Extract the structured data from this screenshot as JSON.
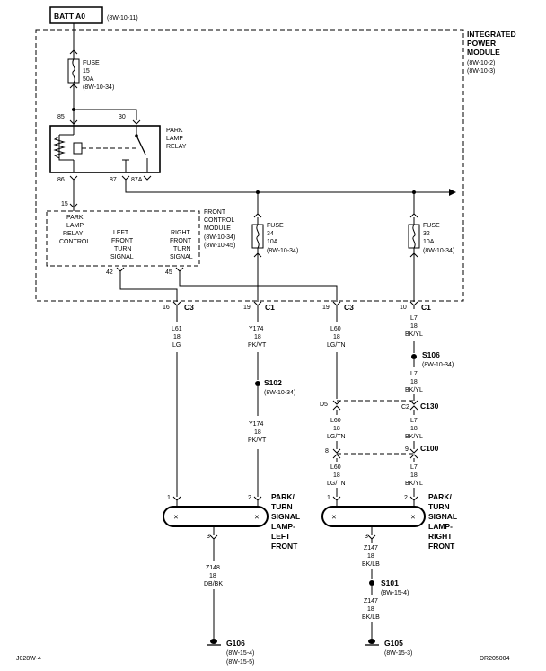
{
  "batt": {
    "label": "BATT A0",
    "ref": "(8W-10-11)"
  },
  "ipm": {
    "l1": "INTEGRATED",
    "l2": "POWER",
    "l3": "MODULE",
    "r1": "(8W-10-2)",
    "r2": "(8W-10-3)"
  },
  "fuse15": {
    "l1": "FUSE",
    "l2": "15",
    "l3": "50A",
    "l4": "(8W-10-34)"
  },
  "fuse34": {
    "l1": "FUSE",
    "l2": "34",
    "l3": "10A",
    "l4": "(8W-10-34)"
  },
  "fuse32": {
    "l1": "FUSE",
    "l2": "32",
    "l3": "10A",
    "l4": "(8W-10-34)"
  },
  "relay": {
    "l1": "PARK",
    "l2": "LAMP",
    "l3": "RELAY",
    "p85": "85",
    "p30": "30",
    "p86": "86",
    "p87": "87",
    "p87a": "87A"
  },
  "fcm": {
    "l1": "FRONT",
    "l2": "CONTROL",
    "l3": "MODULE",
    "r1": "(8W-10-34)",
    "r2": "(8W-10-45)",
    "pin15": "15",
    "pin42": "42",
    "pin45": "45",
    "prc1": "PARK",
    "prc2": "LAMP",
    "prc3": "RELAY",
    "prc4": "CONTROL",
    "lft1": "LEFT",
    "lft2": "FRONT",
    "lft3": "TURN",
    "lft4": "SIGNAL",
    "rft1": "RIGHT",
    "rft2": "FRONT",
    "rft3": "TURN",
    "rft4": "SIGNAL"
  },
  "connectors": {
    "c1": {
      "pin": "16",
      "name": "C3"
    },
    "c2": {
      "pin": "19",
      "name": "C1"
    },
    "c3": {
      "pin": "19",
      "name": "C3"
    },
    "c4": {
      "pin": "10",
      "name": "C1"
    }
  },
  "wires": {
    "l61": {
      "code": "L61",
      "gauge": "18",
      "color": "LG"
    },
    "y174a": {
      "code": "Y174",
      "gauge": "18",
      "color": "PK/VT"
    },
    "y174b": {
      "code": "Y174",
      "gauge": "18",
      "color": "PK/VT"
    },
    "l60a": {
      "code": "L60",
      "gauge": "18",
      "color": "LG/TN"
    },
    "l60b": {
      "code": "L60",
      "gauge": "18",
      "color": "LG/TN"
    },
    "l60c": {
      "code": "L60",
      "gauge": "18",
      "color": "LG/TN"
    },
    "l7a": {
      "code": "L7",
      "gauge": "18",
      "color": "BK/YL"
    },
    "l7b": {
      "code": "L7",
      "gauge": "18",
      "color": "BK/YL"
    },
    "l7c": {
      "code": "L7",
      "gauge": "18",
      "color": "BK/YL"
    },
    "l7d": {
      "code": "L7",
      "gauge": "18",
      "color": "BK/YL"
    },
    "z148": {
      "code": "Z148",
      "gauge": "18",
      "color": "DB/BK"
    },
    "z147a": {
      "code": "Z147",
      "gauge": "18",
      "color": "BK/LB"
    },
    "z147b": {
      "code": "Z147",
      "gauge": "18",
      "color": "BK/LB"
    }
  },
  "splices": {
    "s106": {
      "name": "S106",
      "ref": "(8W-10-34)"
    },
    "s102": {
      "name": "S102",
      "ref": "(8W-10-34)"
    },
    "s101": {
      "name": "S101",
      "ref": "(8W-15-4)"
    }
  },
  "inline": {
    "c130": {
      "name": "C130",
      "pinL": "D5",
      "pinR": "C2"
    },
    "c100": {
      "name": "C100",
      "pinL": "8",
      "pinR": "9"
    }
  },
  "lamp_left": {
    "l1": "PARK/",
    "l2": "TURN",
    "l3": "SIGNAL",
    "l4": "LAMP-",
    "l5": "LEFT",
    "l6": "FRONT",
    "pin1": "1",
    "pin2": "2",
    "pin3": "3"
  },
  "lamp_right": {
    "l1": "PARK/",
    "l2": "TURN",
    "l3": "SIGNAL",
    "l4": "LAMP-",
    "l5": "RIGHT",
    "l6": "FRONT",
    "pin1": "1",
    "pin2": "2",
    "pin3": "3"
  },
  "grounds": {
    "g106": {
      "name": "G106",
      "r1": "(8W-15-4)",
      "r2": "(8W-15-5)"
    },
    "g105": {
      "name": "G105",
      "r1": "(8W-15-3)"
    }
  },
  "footer": {
    "left": "J028W-4",
    "right": "DR205004"
  }
}
